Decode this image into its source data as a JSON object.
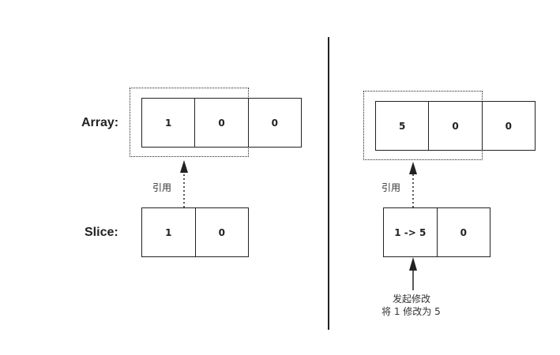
{
  "labels": {
    "array": "Array:",
    "slice": "Slice:"
  },
  "left": {
    "array_cells": [
      "1",
      "0",
      "0"
    ],
    "slice_cells": [
      "1",
      "0"
    ],
    "reference_note": "引用"
  },
  "right": {
    "array_cells": [
      "5",
      "0",
      "0"
    ],
    "slice_cells": [
      "1 -> 5",
      "0"
    ],
    "reference_note": "引用",
    "modify_note_line1": "发起修改",
    "modify_note_line2": "将 1 修改为 5"
  },
  "colors": {
    "stroke": "#222222",
    "background": "#ffffff"
  }
}
